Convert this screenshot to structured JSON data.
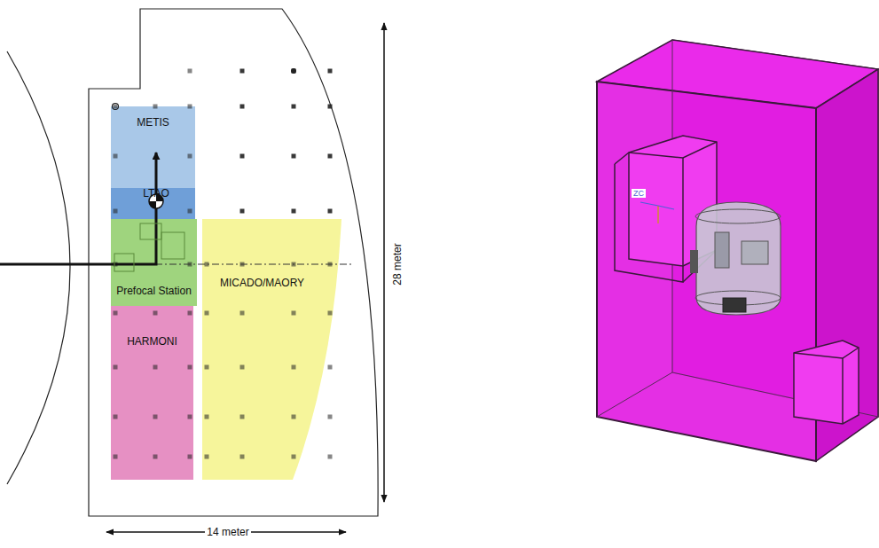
{
  "diagram": {
    "nodes": [
      {
        "text": [
          "METIS"
        ]
      },
      {
        "text": [
          "LTAO"
        ]
      },
      {
        "text": [
          "Prefocal Station"
        ]
      },
      {
        "text": [
          "HARMONI"
        ]
      },
      {
        "text": [
          "MICADO/MAORY"
        ]
      }
    ],
    "labels": [
      "28 meter",
      "14 meter",
      "ZC"
    ]
  }
}
